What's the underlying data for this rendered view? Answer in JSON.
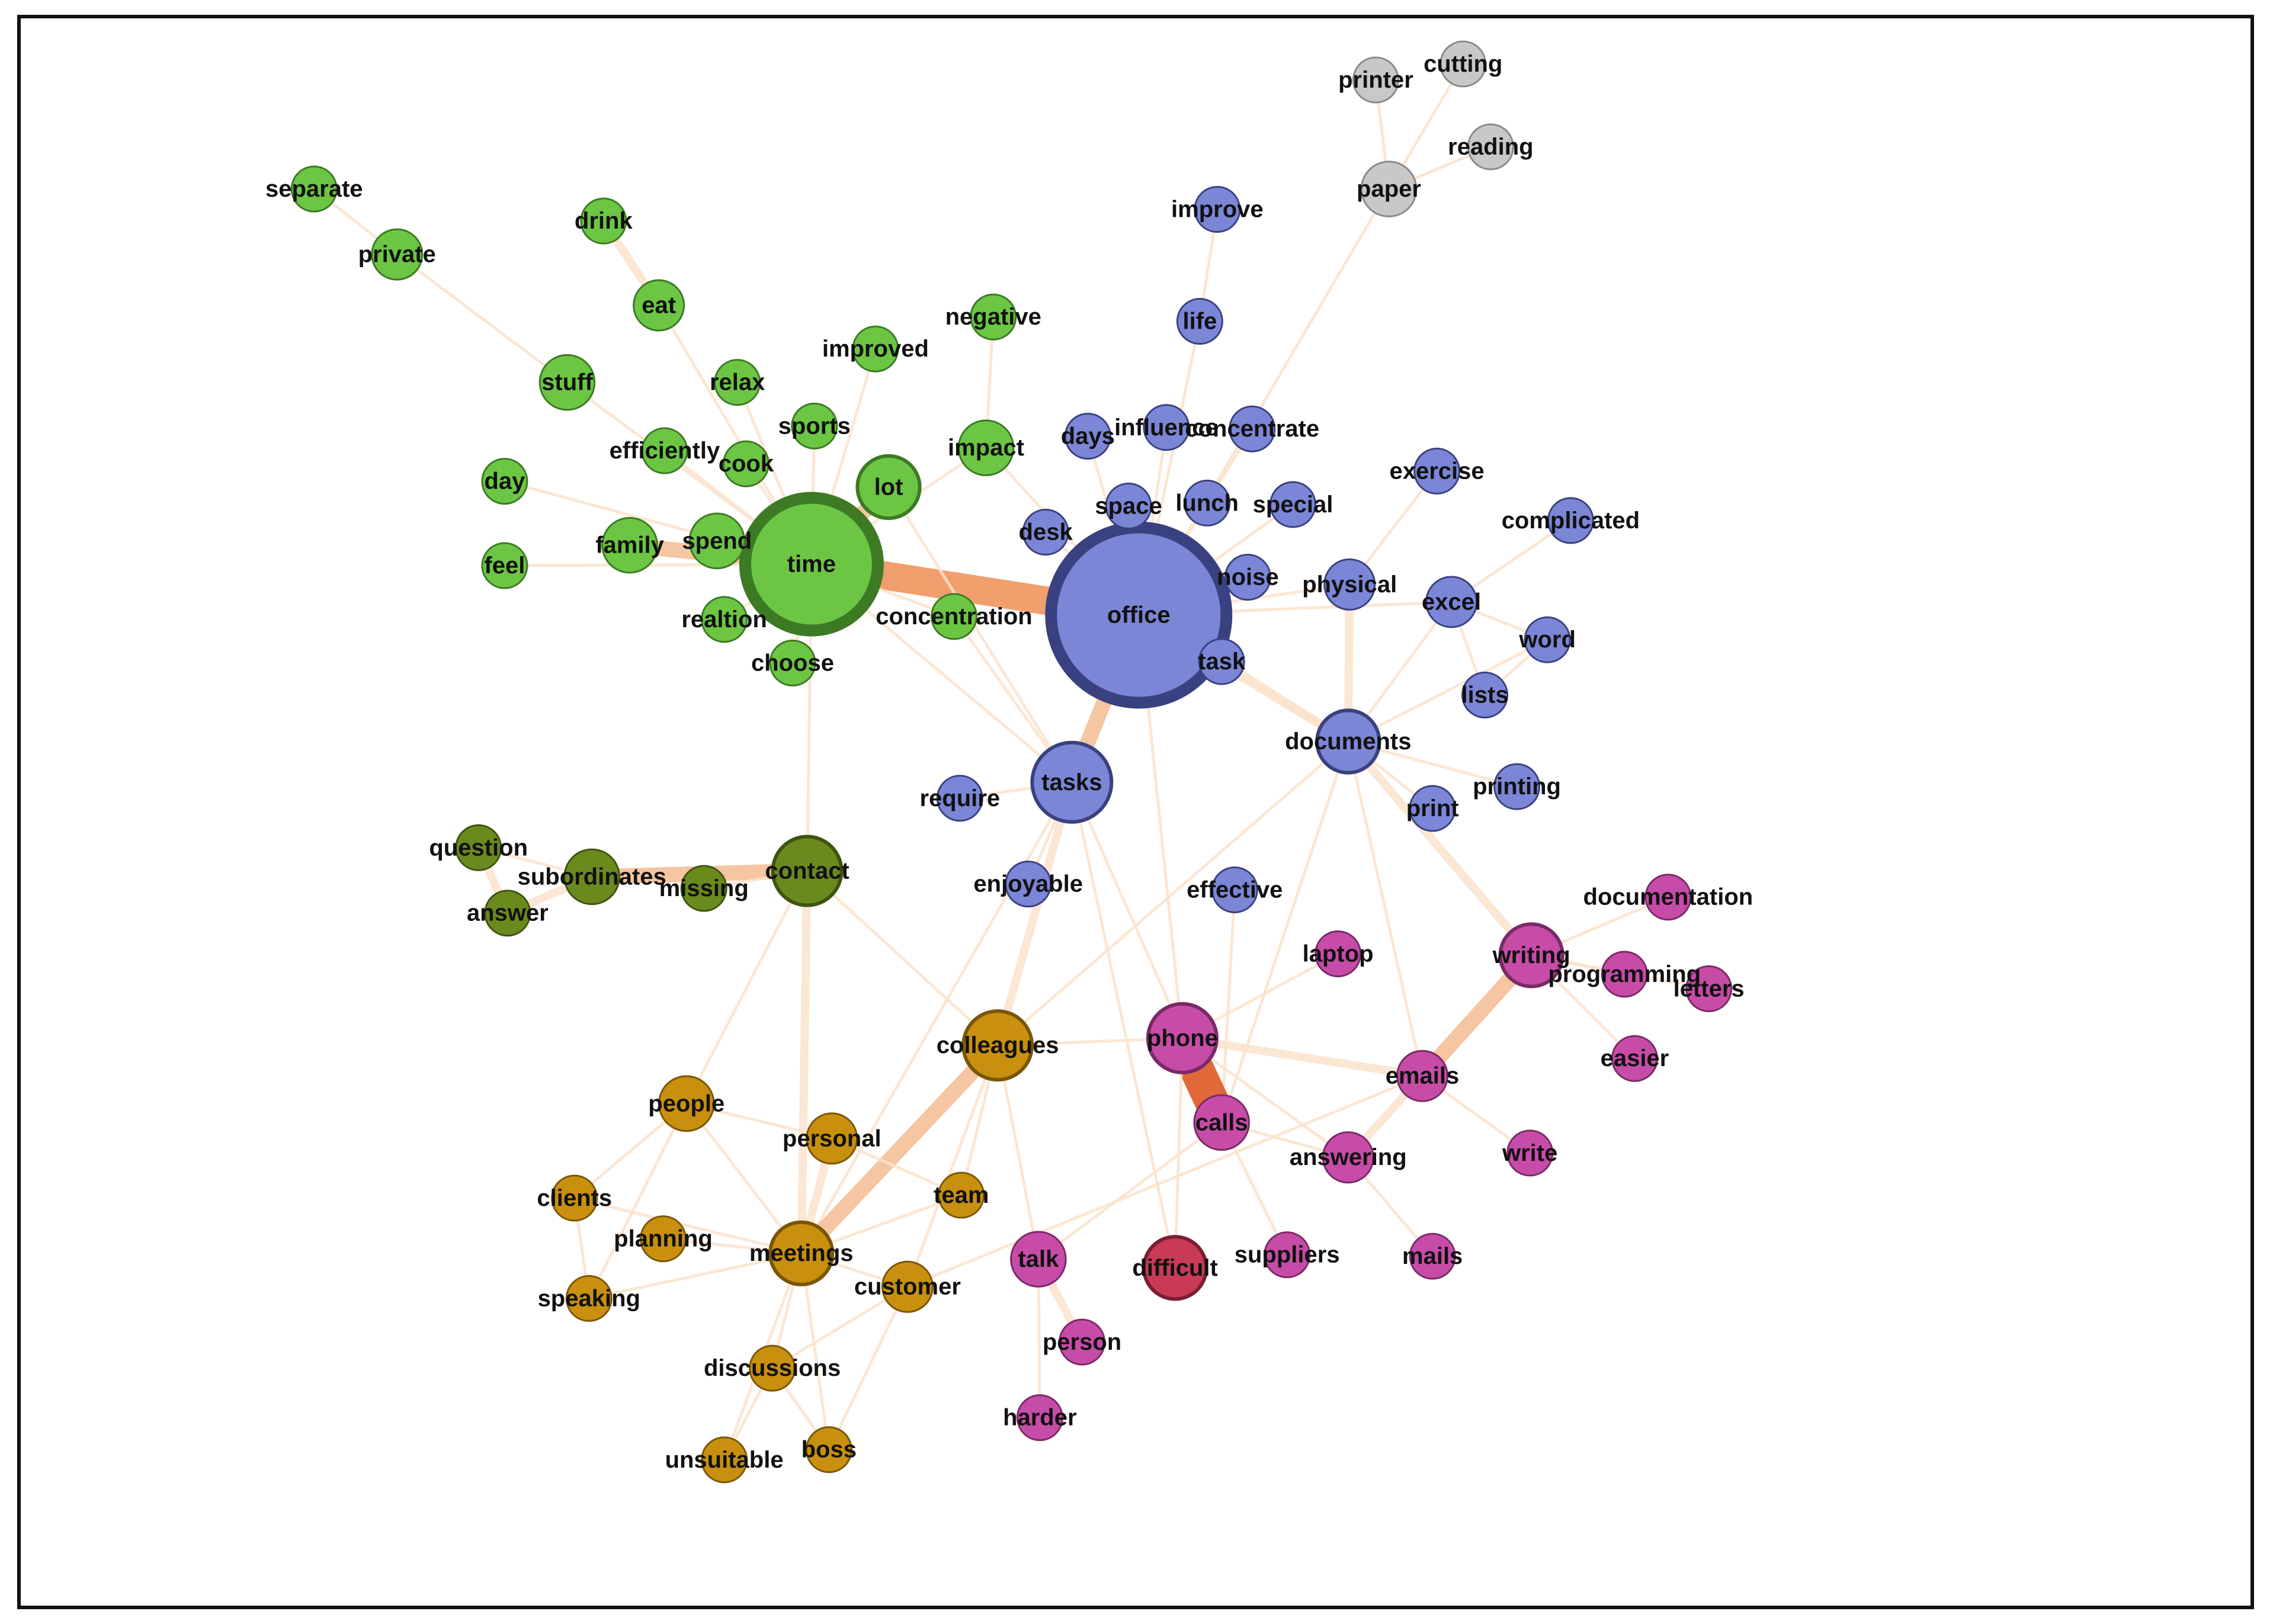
{
  "colors": {
    "green": "#6cc644",
    "olive": "#6b8a1e",
    "blue": "#7b86d6",
    "gray": "#c8c8c8",
    "gold": "#c8900e",
    "magenta": "#c74ca8",
    "red": "#c83a56",
    "edge_light": "#fbe3cd",
    "edge_medium": "#f6c29c",
    "edge_strong": "#f09a66",
    "edge_strongest": "#e0602e"
  },
  "nodes": [
    {
      "id": "time",
      "label": "time",
      "group": "green",
      "weight": 10
    },
    {
      "id": "office",
      "label": "office",
      "group": "blue",
      "weight": 12
    },
    {
      "id": "tasks",
      "label": "tasks",
      "group": "blue",
      "weight": 6
    },
    {
      "id": "contact",
      "label": "contact",
      "group": "olive",
      "weight": 4
    },
    {
      "id": "lot",
      "label": "lot",
      "group": "green",
      "weight": 3
    },
    {
      "id": "family",
      "label": "family",
      "group": "green",
      "weight": 2
    },
    {
      "id": "spend",
      "label": "spend",
      "group": "green",
      "weight": 2
    },
    {
      "id": "stuff",
      "label": "stuff",
      "group": "green",
      "weight": 2
    },
    {
      "id": "separate",
      "label": "separate",
      "group": "green",
      "weight": 1
    },
    {
      "id": "private",
      "label": "private",
      "group": "green",
      "weight": 1.5
    },
    {
      "id": "drink",
      "label": "drink",
      "group": "green",
      "weight": 1
    },
    {
      "id": "eat",
      "label": "eat",
      "group": "green",
      "weight": 1.5
    },
    {
      "id": "relax",
      "label": "relax",
      "group": "green",
      "weight": 1
    },
    {
      "id": "improved",
      "label": "improved",
      "group": "green",
      "weight": 1
    },
    {
      "id": "negative",
      "label": "negative",
      "group": "green",
      "weight": 1
    },
    {
      "id": "sports",
      "label": "sports",
      "group": "green",
      "weight": 1
    },
    {
      "id": "efficiently",
      "label": "efficiently",
      "group": "green",
      "weight": 1
    },
    {
      "id": "cook",
      "label": "cook",
      "group": "green",
      "weight": 1
    },
    {
      "id": "impact",
      "label": "impact",
      "group": "green",
      "weight": 2
    },
    {
      "id": "day",
      "label": "day",
      "group": "green",
      "weight": 1
    },
    {
      "id": "feel",
      "label": "feel",
      "group": "green",
      "weight": 1
    },
    {
      "id": "realtion",
      "label": "realtion",
      "group": "green",
      "weight": 1
    },
    {
      "id": "choose",
      "label": "choose",
      "group": "green",
      "weight": 1
    },
    {
      "id": "concentration",
      "label": "concentration",
      "group": "green",
      "weight": 1
    },
    {
      "id": "question",
      "label": "question",
      "group": "olive",
      "weight": 1
    },
    {
      "id": "subordinates",
      "label": "subordinates",
      "group": "olive",
      "weight": 2
    },
    {
      "id": "missing",
      "label": "missing",
      "group": "olive",
      "weight": 1
    },
    {
      "id": "answer",
      "label": "answer",
      "group": "olive",
      "weight": 1
    },
    {
      "id": "printer",
      "label": "printer",
      "group": "gray",
      "weight": 1
    },
    {
      "id": "cutting",
      "label": "cutting",
      "group": "gray",
      "weight": 1
    },
    {
      "id": "reading",
      "label": "reading",
      "group": "gray",
      "weight": 1
    },
    {
      "id": "paper",
      "label": "paper",
      "group": "gray",
      "weight": 2
    },
    {
      "id": "improve",
      "label": "improve",
      "group": "blue",
      "weight": 1
    },
    {
      "id": "life",
      "label": "life",
      "group": "blue",
      "weight": 1
    },
    {
      "id": "days",
      "label": "days",
      "group": "blue",
      "weight": 1
    },
    {
      "id": "influence",
      "label": "influence",
      "group": "blue",
      "weight": 1
    },
    {
      "id": "concentrate",
      "label": "concentrate",
      "group": "blue",
      "weight": 1
    },
    {
      "id": "space",
      "label": "space",
      "group": "blue",
      "weight": 1
    },
    {
      "id": "lunch",
      "label": "lunch",
      "group": "blue",
      "weight": 1
    },
    {
      "id": "special",
      "label": "special",
      "group": "blue",
      "weight": 1
    },
    {
      "id": "desk",
      "label": "desk",
      "group": "blue",
      "weight": 1
    },
    {
      "id": "exercise",
      "label": "exercise",
      "group": "blue",
      "weight": 1
    },
    {
      "id": "complicated",
      "label": "complicated",
      "group": "blue",
      "weight": 1
    },
    {
      "id": "noise",
      "label": "noise",
      "group": "blue",
      "weight": 1
    },
    {
      "id": "physical",
      "label": "physical",
      "group": "blue",
      "weight": 1.5
    },
    {
      "id": "excel",
      "label": "excel",
      "group": "blue",
      "weight": 1.5
    },
    {
      "id": "word",
      "label": "word",
      "group": "blue",
      "weight": 1
    },
    {
      "id": "task",
      "label": "task",
      "group": "blue",
      "weight": 1
    },
    {
      "id": "lists",
      "label": "lists",
      "group": "blue",
      "weight": 1
    },
    {
      "id": "documents",
      "label": "documents",
      "group": "blue",
      "weight": 3
    },
    {
      "id": "printing",
      "label": "printing",
      "group": "blue",
      "weight": 1
    },
    {
      "id": "print",
      "label": "print",
      "group": "blue",
      "weight": 1
    },
    {
      "id": "require",
      "label": "require",
      "group": "blue",
      "weight": 1
    },
    {
      "id": "enjoyable",
      "label": "enjoyable",
      "group": "blue",
      "weight": 1
    },
    {
      "id": "effective",
      "label": "effective",
      "group": "blue",
      "weight": 1
    },
    {
      "id": "documentation",
      "label": "documentation",
      "group": "magenta",
      "weight": 1
    },
    {
      "id": "laptop",
      "label": "laptop",
      "group": "magenta",
      "weight": 1
    },
    {
      "id": "writing",
      "label": "writing",
      "group": "magenta",
      "weight": 3
    },
    {
      "id": "programming",
      "label": "programming",
      "group": "magenta",
      "weight": 1
    },
    {
      "id": "letters",
      "label": "letters",
      "group": "magenta",
      "weight": 1
    },
    {
      "id": "easier",
      "label": "easier",
      "group": "magenta",
      "weight": 1
    },
    {
      "id": "phone",
      "label": "phone",
      "group": "magenta",
      "weight": 4
    },
    {
      "id": "emails",
      "label": "emails",
      "group": "magenta",
      "weight": 1.5
    },
    {
      "id": "calls",
      "label": "calls",
      "group": "magenta",
      "weight": 2
    },
    {
      "id": "answering",
      "label": "answering",
      "group": "magenta",
      "weight": 1.5
    },
    {
      "id": "write",
      "label": "write",
      "group": "magenta",
      "weight": 1
    },
    {
      "id": "talk",
      "label": "talk",
      "group": "magenta",
      "weight": 2
    },
    {
      "id": "suppliers",
      "label": "suppliers",
      "group": "magenta",
      "weight": 1
    },
    {
      "id": "mails",
      "label": "mails",
      "group": "magenta",
      "weight": 1
    },
    {
      "id": "person",
      "label": "person",
      "group": "magenta",
      "weight": 1
    },
    {
      "id": "harder",
      "label": "harder",
      "group": "magenta",
      "weight": 1
    },
    {
      "id": "difficult",
      "label": "difficult",
      "group": "red",
      "weight": 3
    },
    {
      "id": "colleagues",
      "label": "colleagues",
      "group": "gold",
      "weight": 4
    },
    {
      "id": "people",
      "label": "people",
      "group": "gold",
      "weight": 2
    },
    {
      "id": "personal",
      "label": "personal",
      "group": "gold",
      "weight": 1.5
    },
    {
      "id": "clients",
      "label": "clients",
      "group": "gold",
      "weight": 1
    },
    {
      "id": "team",
      "label": "team",
      "group": "gold",
      "weight": 1
    },
    {
      "id": "planning",
      "label": "planning",
      "group": "gold",
      "weight": 1
    },
    {
      "id": "meetings",
      "label": "meetings",
      "group": "gold",
      "weight": 3
    },
    {
      "id": "customer",
      "label": "customer",
      "group": "gold",
      "weight": 1.5
    },
    {
      "id": "speaking",
      "label": "speaking",
      "group": "gold",
      "weight": 1
    },
    {
      "id": "discussions",
      "label": "discussions",
      "group": "gold",
      "weight": 1
    },
    {
      "id": "unsuitable",
      "label": "unsuitable",
      "group": "gold",
      "weight": 1
    },
    {
      "id": "boss",
      "label": "boss",
      "group": "gold",
      "weight": 1
    }
  ],
  "edges": [
    {
      "source": "time",
      "target": "office",
      "strength": 4
    },
    {
      "source": "time",
      "target": "family",
      "strength": 3
    },
    {
      "source": "time",
      "target": "spend",
      "strength": 2
    },
    {
      "source": "time",
      "target": "lot",
      "strength": 3
    },
    {
      "source": "time",
      "target": "stuff",
      "strength": 1
    },
    {
      "source": "time",
      "target": "contact",
      "strength": 1
    },
    {
      "source": "time",
      "target": "tasks",
      "strength": 1
    },
    {
      "source": "time",
      "target": "improved",
      "strength": 1
    },
    {
      "source": "time",
      "target": "relax",
      "strength": 1
    },
    {
      "source": "time",
      "target": "cook",
      "strength": 1
    },
    {
      "source": "time",
      "target": "efficiently",
      "strength": 1
    },
    {
      "source": "time",
      "target": "sports",
      "strength": 1
    },
    {
      "source": "time",
      "target": "day",
      "strength": 1
    },
    {
      "source": "time",
      "target": "feel",
      "strength": 1
    },
    {
      "source": "time",
      "target": "realtion",
      "strength": 1
    },
    {
      "source": "time",
      "target": "choose",
      "strength": 1
    },
    {
      "source": "time",
      "target": "concentration",
      "strength": 1
    },
    {
      "source": "time",
      "target": "impact",
      "strength": 1
    },
    {
      "source": "stuff",
      "target": "private",
      "strength": 1
    },
    {
      "source": "private",
      "target": "separate",
      "strength": 1
    },
    {
      "source": "eat",
      "target": "drink",
      "strength": 2
    },
    {
      "source": "eat",
      "target": "time",
      "strength": 1
    },
    {
      "source": "lot",
      "target": "tasks",
      "strength": 1
    },
    {
      "source": "impact",
      "target": "negative",
      "strength": 1
    },
    {
      "source": "impact",
      "target": "office",
      "strength": 1
    },
    {
      "source": "office",
      "target": "tasks",
      "strength": 3
    },
    {
      "source": "office",
      "target": "documents",
      "strength": 2
    },
    {
      "source": "office",
      "target": "desk",
      "strength": 1
    },
    {
      "source": "office",
      "target": "space",
      "strength": 1
    },
    {
      "source": "office",
      "target": "lunch",
      "strength": 1
    },
    {
      "source": "office",
      "target": "noise",
      "strength": 1
    },
    {
      "source": "office",
      "target": "physical",
      "strength": 1
    },
    {
      "source": "office",
      "target": "excel",
      "strength": 1
    },
    {
      "source": "office",
      "target": "influence",
      "strength": 1
    },
    {
      "source": "office",
      "target": "concentrate",
      "strength": 1
    },
    {
      "source": "office",
      "target": "special",
      "strength": 1
    },
    {
      "source": "office",
      "target": "days",
      "strength": 1
    },
    {
      "source": "office",
      "target": "life",
      "strength": 1
    },
    {
      "source": "office",
      "target": "paper",
      "strength": 1
    },
    {
      "source": "office",
      "target": "phone",
      "strength": 1
    },
    {
      "source": "office",
      "target": "task",
      "strength": 1
    },
    {
      "source": "life",
      "target": "improve",
      "strength": 1
    },
    {
      "source": "paper",
      "target": "printer",
      "strength": 1
    },
    {
      "source": "paper",
      "target": "cutting",
      "strength": 1
    },
    {
      "source": "paper",
      "target": "reading",
      "strength": 1
    },
    {
      "source": "physical",
      "target": "exercise",
      "strength": 1
    },
    {
      "source": "physical",
      "target": "documents",
      "strength": 2
    },
    {
      "source": "excel",
      "target": "complicated",
      "strength": 1
    },
    {
      "source": "excel",
      "target": "word",
      "strength": 1
    },
    {
      "source": "excel",
      "target": "lists",
      "strength": 1
    },
    {
      "source": "excel",
      "target": "documents",
      "strength": 1
    },
    {
      "source": "word",
      "target": "lists",
      "strength": 1
    },
    {
      "source": "word",
      "target": "documents",
      "strength": 1
    },
    {
      "source": "documents",
      "target": "printing",
      "strength": 1
    },
    {
      "source": "documents",
      "target": "print",
      "strength": 1
    },
    {
      "source": "documents",
      "target": "writing",
      "strength": 2
    },
    {
      "source": "documents",
      "target": "emails",
      "strength": 1
    },
    {
      "source": "documents",
      "target": "calls",
      "strength": 1
    },
    {
      "source": "documents",
      "target": "colleagues",
      "strength": 1
    },
    {
      "source": "documents",
      "target": "task",
      "strength": 2
    },
    {
      "source": "tasks",
      "target": "require",
      "strength": 1
    },
    {
      "source": "tasks",
      "target": "enjoyable",
      "strength": 1
    },
    {
      "source": "tasks",
      "target": "colleagues",
      "strength": 2
    },
    {
      "source": "tasks",
      "target": "meetings",
      "strength": 1
    },
    {
      "source": "tasks",
      "target": "calls",
      "strength": 1
    },
    {
      "source": "tasks",
      "target": "difficult",
      "strength": 1
    },
    {
      "source": "tasks",
      "target": "concentration",
      "strength": 1
    },
    {
      "source": "effective",
      "target": "calls",
      "strength": 1
    },
    {
      "source": "contact",
      "target": "subordinates",
      "strength": 3
    },
    {
      "source": "contact",
      "target": "missing",
      "strength": 1
    },
    {
      "source": "contact",
      "target": "meetings",
      "strength": 2
    },
    {
      "source": "contact",
      "target": "people",
      "strength": 1
    },
    {
      "source": "contact",
      "target": "colleagues",
      "strength": 1
    },
    {
      "source": "subordinates",
      "target": "question",
      "strength": 1
    },
    {
      "source": "subordinates",
      "target": "answer",
      "strength": 2
    },
    {
      "source": "question",
      "target": "answer",
      "strength": 2
    },
    {
      "source": "writing",
      "target": "documentation",
      "strength": 1
    },
    {
      "source": "writing",
      "target": "programming",
      "strength": 1
    },
    {
      "source": "writing",
      "target": "letters",
      "strength": 1
    },
    {
      "source": "writing",
      "target": "emails",
      "strength": 3
    },
    {
      "source": "writing",
      "target": "easier",
      "strength": 1
    },
    {
      "source": "phone",
      "target": "calls",
      "strength": 5
    },
    {
      "source": "phone",
      "target": "emails",
      "strength": 2
    },
    {
      "source": "phone",
      "target": "answering",
      "strength": 1
    },
    {
      "source": "phone",
      "target": "laptop",
      "strength": 1
    },
    {
      "source": "phone",
      "target": "difficult",
      "strength": 1
    },
    {
      "source": "phone",
      "target": "colleagues",
      "strength": 1
    },
    {
      "source": "calls",
      "target": "answering",
      "strength": 1
    },
    {
      "source": "calls",
      "target": "talk",
      "strength": 1
    },
    {
      "source": "calls",
      "target": "suppliers",
      "strength": 1
    },
    {
      "source": "emails",
      "target": "answering",
      "strength": 2
    },
    {
      "source": "emails",
      "target": "write",
      "strength": 1
    },
    {
      "source": "emails",
      "target": "customer",
      "strength": 1
    },
    {
      "source": "answering",
      "target": "mails",
      "strength": 1
    },
    {
      "source": "talk",
      "target": "person",
      "strength": 2
    },
    {
      "source": "talk",
      "target": "harder",
      "strength": 1
    },
    {
      "source": "talk",
      "target": "colleagues",
      "strength": 1
    },
    {
      "source": "colleagues",
      "target": "meetings",
      "strength": 3
    },
    {
      "source": "colleagues",
      "target": "team",
      "strength": 1
    },
    {
      "source": "colleagues",
      "target": "customer",
      "strength": 1
    },
    {
      "source": "meetings",
      "target": "personal",
      "strength": 2
    },
    {
      "source": "meetings",
      "target": "team",
      "strength": 1
    },
    {
      "source": "meetings",
      "target": "customer",
      "strength": 1
    },
    {
      "source": "meetings",
      "target": "people",
      "strength": 1
    },
    {
      "source": "meetings",
      "target": "clients",
      "strength": 1
    },
    {
      "source": "meetings",
      "target": "planning",
      "strength": 1
    },
    {
      "source": "meetings",
      "target": "speaking",
      "strength": 1
    },
    {
      "source": "meetings",
      "target": "discussions",
      "strength": 1
    },
    {
      "source": "meetings",
      "target": "boss",
      "strength": 1
    },
    {
      "source": "meetings",
      "target": "unsuitable",
      "strength": 1
    },
    {
      "source": "people",
      "target": "clients",
      "strength": 1
    },
    {
      "source": "people",
      "target": "speaking",
      "strength": 1
    },
    {
      "source": "people",
      "target": "personal",
      "strength": 1
    },
    {
      "source": "clients",
      "target": "speaking",
      "strength": 1
    },
    {
      "source": "customer",
      "target": "discussions",
      "strength": 1
    },
    {
      "source": "customer",
      "target": "boss",
      "strength": 1
    },
    {
      "source": "discussions",
      "target": "boss",
      "strength": 1
    },
    {
      "source": "discussions",
      "target": "unsuitable",
      "strength": 1
    },
    {
      "source": "personal",
      "target": "team",
      "strength": 1
    }
  ]
}
